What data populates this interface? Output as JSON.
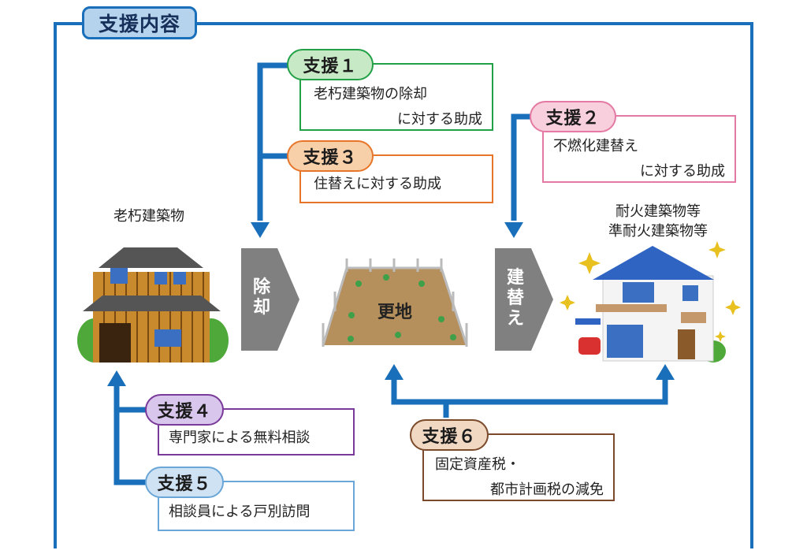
{
  "title": "支援内容",
  "colors": {
    "frame": "#1a6fba",
    "arrow": "#1a6fba",
    "gray_arrow": "#808080",
    "support1": "#22a046",
    "support2": "#e47aa3",
    "support3": "#e8762a",
    "support4": "#7a3a9a",
    "support5": "#6aa6d8",
    "support6": "#7a4a2a"
  },
  "supports": [
    {
      "tag": "支援１",
      "lines": [
        "老朽建築物の除却",
        "に対する助成"
      ]
    },
    {
      "tag": "支援２",
      "lines": [
        "不燃化建替え",
        "に対する助成"
      ]
    },
    {
      "tag": "支援３",
      "lines": [
        "住替えに対する助成"
      ]
    },
    {
      "tag": "支援４",
      "lines": [
        "専門家による無料相談"
      ]
    },
    {
      "tag": "支援５",
      "lines": [
        "相談員による戸別訪問"
      ]
    },
    {
      "tag": "支援６",
      "lines": [
        "固定資産税・",
        "都市計画税の減免"
      ]
    }
  ],
  "stages": {
    "old_building_label": "老朽建築物",
    "vacant_lot_label": "更地",
    "new_building_label_1": "耐火建築物等",
    "new_building_label_2": "準耐火建築物等",
    "demolish_arrow_chars": [
      "除",
      "却"
    ],
    "rebuild_arrow_chars": [
      "建",
      "替",
      "え"
    ]
  },
  "icons": [
    "old-house-illustration",
    "vacant-lot-illustration",
    "new-house-illustration",
    "sparkle-icon"
  ]
}
